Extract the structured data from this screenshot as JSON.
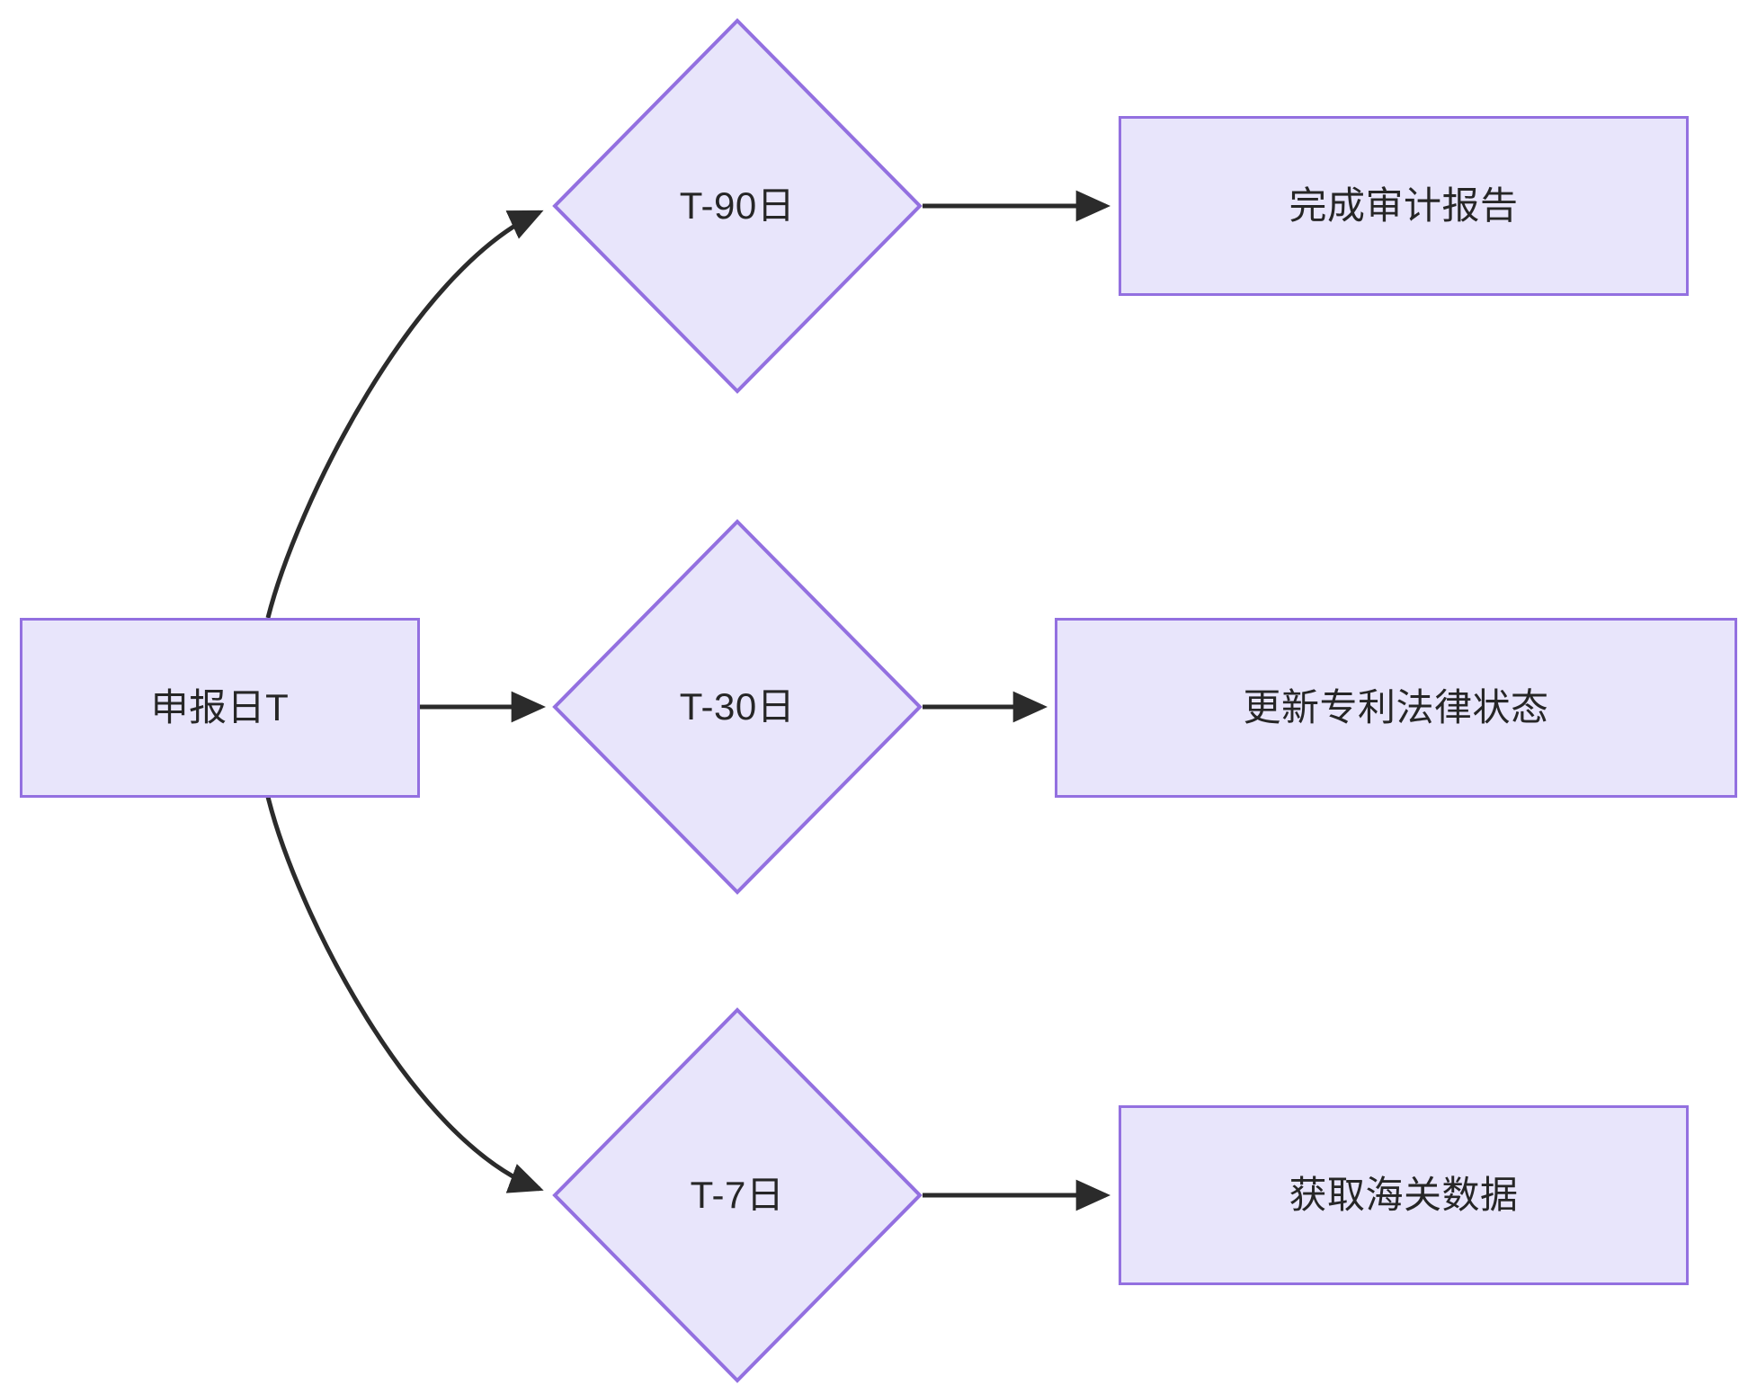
{
  "diagram": {
    "type": "flowchart",
    "direction": "left-to-right",
    "theme": {
      "node_fill": "#e8e5fb",
      "node_border": "#9370e0",
      "edge_color": "#2b2b2b",
      "text_color": "#262626",
      "background": "#ffffff"
    },
    "nodes": [
      {
        "id": "start",
        "shape": "rectangle",
        "label": "申报日T"
      },
      {
        "id": "d90",
        "shape": "diamond",
        "label": "T-90日"
      },
      {
        "id": "d30",
        "shape": "diamond",
        "label": "T-30日"
      },
      {
        "id": "d7",
        "shape": "diamond",
        "label": "T-7日"
      },
      {
        "id": "task90",
        "shape": "rectangle",
        "label": "完成审计报告"
      },
      {
        "id": "task30",
        "shape": "rectangle",
        "label": "更新专利法律状态"
      },
      {
        "id": "task7",
        "shape": "rectangle",
        "label": "获取海关数据"
      }
    ],
    "edges": [
      {
        "from": "start",
        "to": "d90",
        "style": "curved",
        "arrowhead": "triangle",
        "label": ""
      },
      {
        "from": "start",
        "to": "d30",
        "style": "straight",
        "arrowhead": "triangle",
        "label": ""
      },
      {
        "from": "start",
        "to": "d7",
        "style": "curved",
        "arrowhead": "triangle",
        "label": ""
      },
      {
        "from": "d90",
        "to": "task90",
        "style": "straight",
        "arrowhead": "triangle",
        "label": ""
      },
      {
        "from": "d30",
        "to": "task30",
        "style": "straight",
        "arrowhead": "triangle",
        "label": ""
      },
      {
        "from": "d7",
        "to": "task7",
        "style": "straight",
        "arrowhead": "triangle",
        "label": ""
      }
    ]
  }
}
